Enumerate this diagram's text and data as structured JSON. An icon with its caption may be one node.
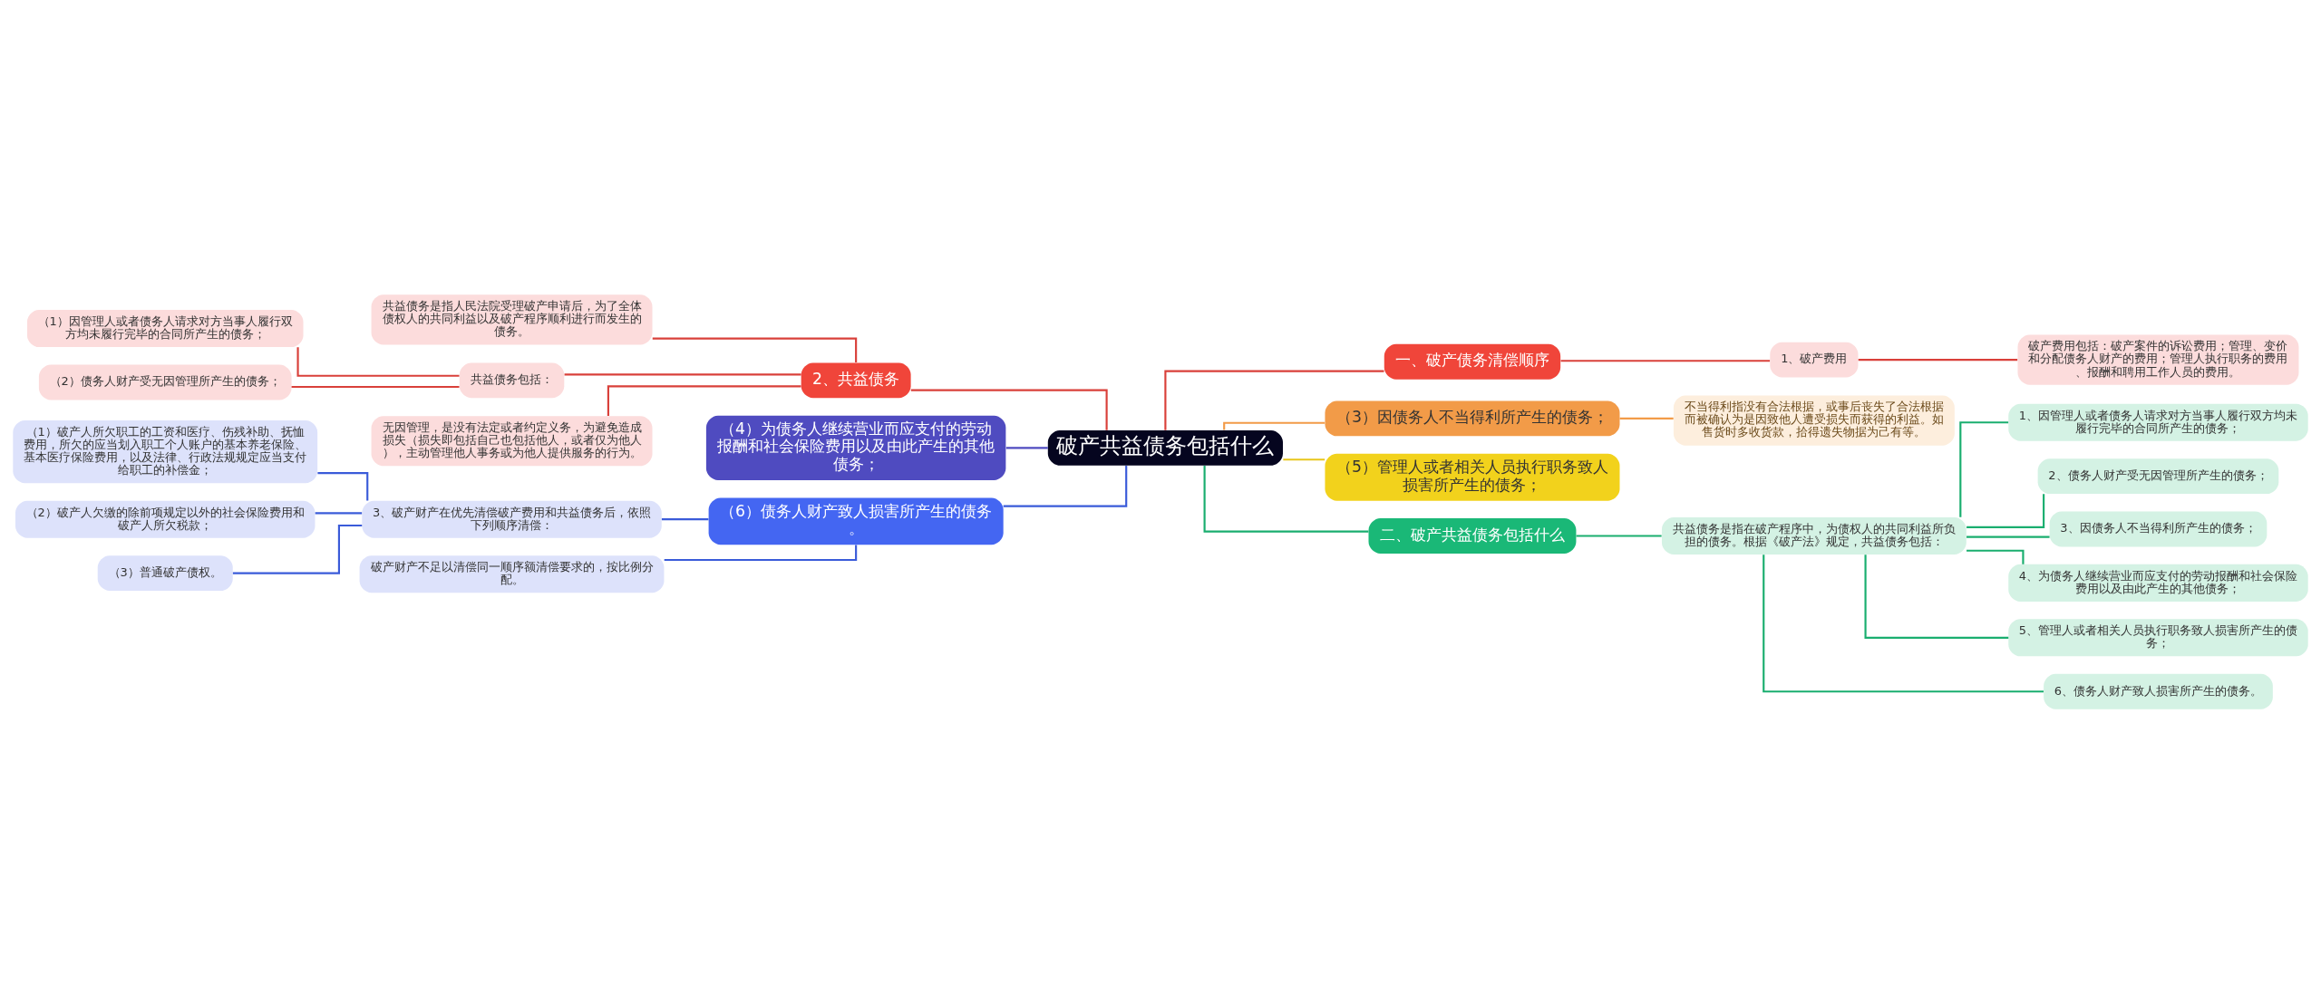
{
  "diagram": {
    "nodes": [
      {
        "text": [
          "破产共益债务包括什么"
        ]
      },
      {
        "text": [
          "一、破产债务清偿顺序"
        ]
      },
      {
        "text": [
          "1、破产费用"
        ]
      },
      {
        "text": [
          "破产费用包括：破产案件的诉讼费用；管理、变价和分配债务人财产的费用；管理人执行职务的费用、报酬和聘用工作人员的费用。"
        ]
      },
      {
        "text": [
          "（3）因债务人不当得利所产生的债务；"
        ]
      },
      {
        "text": [
          "不当得利指没有合法根据，或事后丧失了合法根据而被确认为是因致他人遭受损失而获得的利益。如售货时多收货款，拾得遗失物据为己有等。"
        ]
      },
      {
        "text": [
          "（5）管理人或者相关人员执行职务致人损害所产生的债务；"
        ]
      },
      {
        "text": [
          "二、破产共益债务包括什么"
        ]
      },
      {
        "text": [
          "共益债务是指在破产程序中，为债权人的共同利益所负担的债务。根据《破产法》规定，共益债务包括："
        ]
      },
      {
        "text": [
          "1、因管理人或者债务人请求对方当事人履行双方均未履行完毕的合同所产生的债务；"
        ]
      },
      {
        "text": [
          "2、债务人财产受无因管理所产生的债务；"
        ]
      },
      {
        "text": [
          "3、因债务人不当得利所产生的债务；"
        ]
      },
      {
        "text": [
          "4、为债务人继续营业而应支付的劳动报酬和社会保险费用以及由此产生的其他债务；"
        ]
      },
      {
        "text": [
          "5、管理人或者相关人员执行职务致人损害所产生的债务；"
        ]
      },
      {
        "text": [
          "6、债务人财产致人损害所产生的债务。"
        ]
      },
      {
        "text": [
          "2、共益债务"
        ]
      },
      {
        "text": [
          "共益债务是指人民法院受理破产申请后，为了全体债权人的共同利益以及破产程序顺利进行而发生的债务。"
        ]
      },
      {
        "text": [
          "共益债务包括："
        ]
      },
      {
        "text": [
          "（1）因管理人或者债务人请求对方当事人履行双方均未履行完毕的合同所产生的债务；"
        ]
      },
      {
        "text": [
          "（2）债务人财产受无因管理所产生的债务；"
        ]
      },
      {
        "text": [
          "无因管理，是没有法定或者约定义务，为避免造成损失（损失即包括自己也包括他人，或者仅为他人），主动管理他人事务或为他人提供服务的行为。"
        ]
      },
      {
        "text": [
          "（4）为债务人继续营业而应支付的劳动报酬和社会保险费用以及由此产生的其他债务；"
        ]
      },
      {
        "text": [
          "（6）债务人财产致人损害所产生的债务。"
        ]
      },
      {
        "text": [
          "3、破产财产在优先清偿破产费用和共益债务后，依照下列顺序清偿："
        ]
      },
      {
        "text": [
          "（1）破产人所欠职工的工资和医疗、伤残补助、抚恤费用，所欠的应当划入职工个人账户的基本养老保险、基本医疗保险费用，以及法律、行政法规规定应当支付给职工的补偿金；"
        ]
      },
      {
        "text": [
          "（2）破产人欠缴的除前项规定以外的社会保险费用和破产人所欠税款；"
        ]
      },
      {
        "text": [
          "（3）普通破产债权。"
        ]
      },
      {
        "text": [
          "破产财产不足以清偿同一顺序额清偿要求的，按比例分配。"
        ]
      }
    ],
    "edges": [
      {
        "from": 0,
        "to": 1,
        "arrow": "none"
      },
      {
        "from": 1,
        "to": 2,
        "arrow": "none"
      },
      {
        "from": 2,
        "to": 3,
        "arrow": "none"
      },
      {
        "from": 0,
        "to": 4,
        "arrow": "none",
        "color": "#f29b48"
      },
      {
        "from": 4,
        "to": 5,
        "arrow": "none",
        "color": "#f29b48"
      },
      {
        "from": 0,
        "to": 6,
        "arrow": "none",
        "color": "#e8c61c"
      },
      {
        "from": 0,
        "to": 7,
        "arrow": "none",
        "color": "#1aae6f"
      },
      {
        "from": 7,
        "to": 8,
        "arrow": "none",
        "color": "#1aae6f"
      },
      {
        "from": 8,
        "to": 9,
        "arrow": "none",
        "color": "#1aae6f"
      },
      {
        "from": 8,
        "to": 10,
        "arrow": "none",
        "color": "#1aae6f"
      },
      {
        "from": 8,
        "to": 11,
        "arrow": "none",
        "color": "#1aae6f"
      },
      {
        "from": 8,
        "to": 12,
        "arrow": "none",
        "color": "#1aae6f"
      },
      {
        "from": 8,
        "to": 13,
        "arrow": "none",
        "color": "#1aae6f"
      },
      {
        "from": 8,
        "to": 14,
        "arrow": "none",
        "color": "#1aae6f"
      },
      {
        "from": 0,
        "to": 15,
        "arrow": "none"
      },
      {
        "from": 15,
        "to": 16,
        "arrow": "none"
      },
      {
        "from": 15,
        "to": 17,
        "arrow": "none"
      },
      {
        "from": 17,
        "to": 18,
        "arrow": "none"
      },
      {
        "from": 17,
        "to": 19,
        "arrow": "none"
      },
      {
        "from": 15,
        "to": 20,
        "arrow": "none"
      },
      {
        "from": 0,
        "to": 21,
        "arrow": "none",
        "color": "#4f4bc0"
      },
      {
        "from": 0,
        "to": 22,
        "arrow": "none",
        "color": "#3a5bd9"
      },
      {
        "from": 22,
        "to": 23,
        "arrow": "none",
        "color": "#3a5bd9"
      },
      {
        "from": 23,
        "to": 24,
        "arrow": "none",
        "color": "#3a5bd9"
      },
      {
        "from": 23,
        "to": 25,
        "arrow": "none",
        "color": "#3a5bd9"
      },
      {
        "from": 23,
        "to": 26,
        "arrow": "none",
        "color": "#3a5bd9"
      },
      {
        "from": 22,
        "to": 27,
        "arrow": "none",
        "color": "#3a5bd9"
      }
    ]
  }
}
